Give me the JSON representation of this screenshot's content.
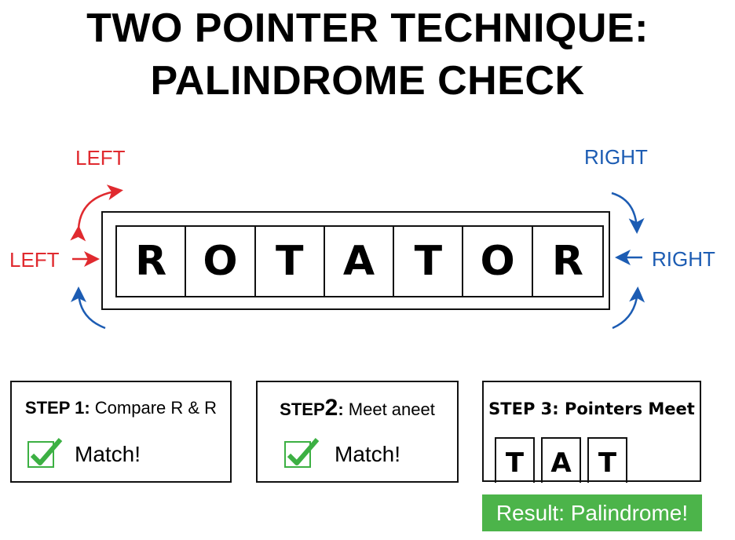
{
  "title": {
    "line1": "TWO POINTER TECHNIQUE:",
    "line2": "PALINDROME CHECK"
  },
  "pointers": {
    "left_top_label": "LEFT",
    "left_side_label": "LEFT",
    "right_top_label": "RIGHT",
    "right_side_label": "RIGHT",
    "left_color": "#e02a2f",
    "right_color": "#1c5cb3"
  },
  "word": {
    "letters": [
      "R",
      "O",
      "T",
      "A",
      "T",
      "O",
      "R"
    ]
  },
  "steps": [
    {
      "prefix": "STEP 1:",
      "text": "Compare R & R",
      "status": "Match!",
      "icon": "checkbox-check-icon"
    },
    {
      "prefix": "STEP",
      "number": "2",
      "colon": ":",
      "text": "Meet aneet",
      "status": "Match!",
      "icon": "checkbox-check-icon"
    },
    {
      "title": "STEP 3: Pointers Meet",
      "letters": [
        "T",
        "A",
        "T"
      ]
    }
  ],
  "result": {
    "text": "Result: Palindrome!",
    "color": "#4cb44a"
  },
  "colors": {
    "check_green": "#3cb043"
  }
}
